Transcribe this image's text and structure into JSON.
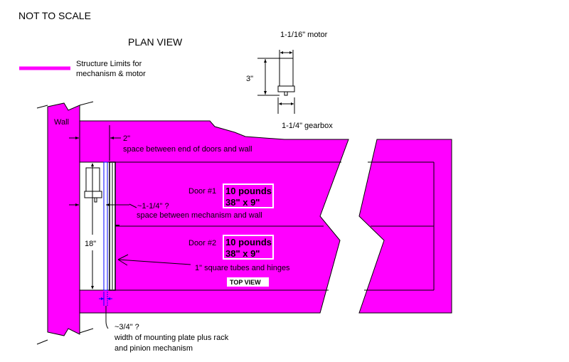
{
  "header": {
    "scale_note": "NOT TO SCALE",
    "view_title": "PLAN VIEW"
  },
  "legend": {
    "color": "#ff00ff",
    "line1": "Structure Limits for",
    "line2": "mechanism & motor"
  },
  "motor": {
    "top_label": "1-1/16\" motor",
    "height_label": "3\"",
    "bottom_label": "1-1/4\" gearbox"
  },
  "labels": {
    "wall": "Wall",
    "gap_top_value": "2\"",
    "gap_top_desc": "space between end of doors and wall",
    "gap_mech_value": "~1-1/4\" ?",
    "gap_mech_desc": "space between mechanism and wall",
    "mech_length": "18\"",
    "tubes": "1\" square tubes and hinges",
    "top_view": "TOP VIEW",
    "plate_value": "~3/4\" ?",
    "plate_desc_1": "width of mounting plate plus rack",
    "plate_desc_2": "and pinion mechanism"
  },
  "doors": [
    {
      "name": "Door #1",
      "weight": "10 pounds",
      "size": "38\" x 9\""
    },
    {
      "name": "Door #2",
      "weight": "10 pounds",
      "size": "38\" x 9\""
    }
  ],
  "colors": {
    "structure": "#ff00ff",
    "mechanism_plate": "#0000ff",
    "line": "#000000"
  }
}
